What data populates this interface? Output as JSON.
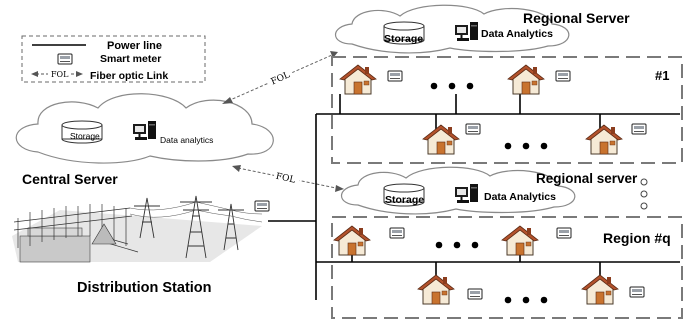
{
  "legend": {
    "power_line": "Power line",
    "smart_meter": "Smart meter",
    "fol_abbrev": "FOL",
    "fiber_optic": "Fiber optic Link"
  },
  "central_server": {
    "title": "Central Server",
    "storage": "Storage",
    "analytics": "Data analytics"
  },
  "regional_server_1": {
    "title": "Regional Server",
    "storage": "Storage",
    "analytics": "Data Analytics"
  },
  "regional_server_2": {
    "title": "Regional server",
    "storage": "Storage",
    "analytics": "Data Analytics"
  },
  "links": {
    "fol_1": "FOL",
    "fol_2": "FOL"
  },
  "regions": {
    "region_1": "#1",
    "region_q": "Region #q"
  },
  "distribution_station": {
    "title": "Distribution Station"
  }
}
